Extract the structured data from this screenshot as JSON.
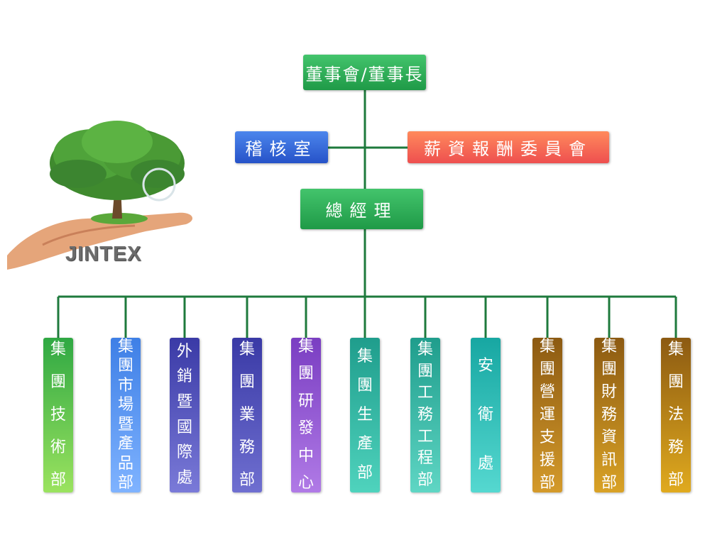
{
  "logo": {
    "text": "JINTEX",
    "icon": "tree-in-hand-icon"
  },
  "top": {
    "label": "董事會/董事長"
  },
  "audit": {
    "label": "稽核室"
  },
  "compensation": {
    "label": "薪資報酬委員會"
  },
  "gm": {
    "label": "總經理"
  },
  "departments": [
    {
      "label": "集團技術部",
      "lines": [
        "集",
        "團",
        "技",
        "術",
        "部"
      ],
      "colors": [
        "#2fa843",
        "#9be35f"
      ],
      "justify": "space-between"
    },
    {
      "label": "集團市場暨產品部",
      "lines": [
        "集",
        "團",
        "市",
        "場",
        "暨",
        "產",
        "品",
        "部"
      ],
      "colors": [
        "#3e7fe6",
        "#7fb3ff"
      ],
      "justify": "space-between"
    },
    {
      "label": "外銷暨國際處",
      "lines": [
        "外",
        "銷",
        "暨",
        "國",
        "際",
        "處"
      ],
      "colors": [
        "#3a3aa6",
        "#7a7ad8"
      ],
      "justify": "space-around"
    },
    {
      "label": "集團業務部",
      "lines": [
        "集",
        "團",
        "業",
        "務",
        "部"
      ],
      "colors": [
        "#3a3aa6",
        "#6f6fd0"
      ],
      "justify": "space-between"
    },
    {
      "label": "集團研發中心",
      "lines": [
        "集",
        "團",
        "研",
        "發",
        "中",
        "心"
      ],
      "colors": [
        "#7a3ec2",
        "#b07ae6"
      ],
      "justify": "space-between"
    },
    {
      "label": "集團生產部",
      "lines": [
        "集",
        "團",
        "生",
        "產",
        "部"
      ],
      "colors": [
        "#1f9d8c",
        "#4fd3bd"
      ],
      "justify": "space-around"
    },
    {
      "label": "集團工務工程部",
      "lines": [
        "集",
        "團",
        "工",
        "務",
        "工",
        "程",
        "部"
      ],
      "colors": [
        "#1f9d8c",
        "#5fd6c4"
      ],
      "justify": "space-around"
    },
    {
      "label": "安衛處",
      "lines": [
        "安",
        "衛",
        "處"
      ],
      "colors": [
        "#17a7a2",
        "#55d8d0"
      ],
      "justify": "space-around"
    },
    {
      "label": "集團營運支援部",
      "lines": [
        "集",
        "團",
        "營",
        "運",
        "支",
        "援",
        "部"
      ],
      "colors": [
        "#8c5a12",
        "#d49a2a"
      ],
      "justify": "space-between"
    },
    {
      "label": "集團財務資訊部",
      "lines": [
        "集",
        "團",
        "財",
        "務",
        "資",
        "訊",
        "部"
      ],
      "colors": [
        "#8c5a12",
        "#d9a226"
      ],
      "justify": "space-between"
    },
    {
      "label": "集團法務部",
      "lines": [
        "集",
        "團",
        "法",
        "務",
        "部"
      ],
      "colors": [
        "#8c5a12",
        "#e0aa1e"
      ],
      "justify": "space-between"
    }
  ],
  "colors": {
    "connector": "#1e7a3c"
  }
}
